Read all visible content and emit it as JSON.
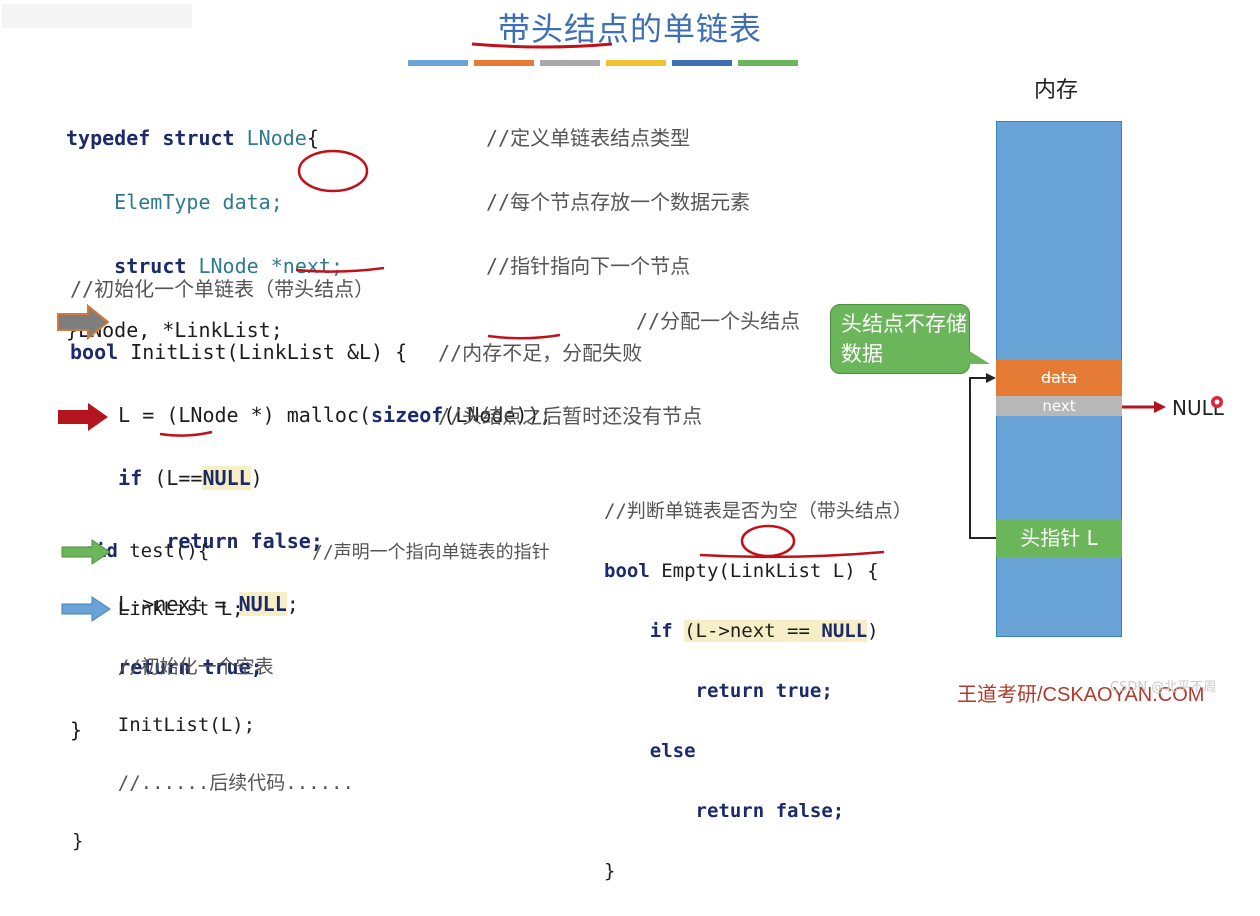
{
  "title": "带头结点的单链表",
  "title_bar_colors": [
    "#6aa4d6",
    "#e47a34",
    "#a9a9a9",
    "#f1c232",
    "#3f6fb3",
    "#6bb55a"
  ],
  "struct_block": {
    "l1_kw1": "typedef",
    "l1_kw2": "struct",
    "l1_ty": "LNode",
    "l1_tail": "{",
    "l2_ty": "ElemType",
    "l2_tail": "data;",
    "l3_kw": "struct",
    "l3_ty": "LNode",
    "l3_tail": "*next;",
    "l4": "}LNode, *LinkList;",
    "c1": "//定义单链表结点类型",
    "c2": "//每个节点存放一个数据元素",
    "c3": "//指针指向下一个节点"
  },
  "init_block": {
    "comment": "//初始化一个单链表（带头结点）",
    "sig_kw": "bool",
    "sig_rest": "InitList(LinkList &L) {",
    "l_alloc": "L = (LNode *) malloc(",
    "l_alloc_kw": "sizeof",
    "l_alloc_tail": "(LNode));",
    "c_alloc": "//分配一个头结点",
    "if_kw": "if",
    "if_rest": "(L==",
    "if_null": "NULL",
    "if_close": ")",
    "c_if": "//内存不足，分配失败",
    "ret_kw": "return",
    "ret_val": "false;",
    "next_lhs": "L->next = ",
    "next_null": "NULL",
    "next_semi": ";",
    "c_next": "//头结点之后暂时还没有节点",
    "ret2_kw": "return",
    "ret2_val": "true;",
    "close": "}"
  },
  "test_block": {
    "sig_kw": "void",
    "sig_rest": "test(){",
    "l1": "LinkList L;",
    "c1": "//声明一个指向单链表的指针",
    "c2": "//初始化一个空表",
    "l3": "InitList(L);",
    "c3": "//......后续代码......",
    "close": "}"
  },
  "empty_block": {
    "comment": "//判断单链表是否为空（带头结点）",
    "sig_kw": "bool",
    "sig_rest": "Empty(LinkList L) {",
    "if_kw": "if",
    "if_rest": "(L->next == ",
    "if_null": "NULL",
    "if_close": ")",
    "ret1_kw": "return",
    "ret1_val": "true;",
    "else_kw": "else",
    "ret2_kw": "return",
    "ret2_val": "false;",
    "close": "}"
  },
  "memory": {
    "label": "内存",
    "data_cell": "data",
    "next_cell": "next",
    "null_label": "NULL",
    "head_pointer": "头指针 L",
    "callout": "头结点不存储数据"
  },
  "watermark": "王道考研/CSKAOYAN.COM",
  "csdn": "CSDN @北平不周",
  "colors": {
    "title": "#3f6fb3",
    "memory": "#6aa4d6",
    "data_cell": "#e47a34",
    "next_cell": "#b8b8b8",
    "green": "#6bb55a",
    "red_arrow": "#b3141e",
    "watermark": "#b13a2e"
  }
}
